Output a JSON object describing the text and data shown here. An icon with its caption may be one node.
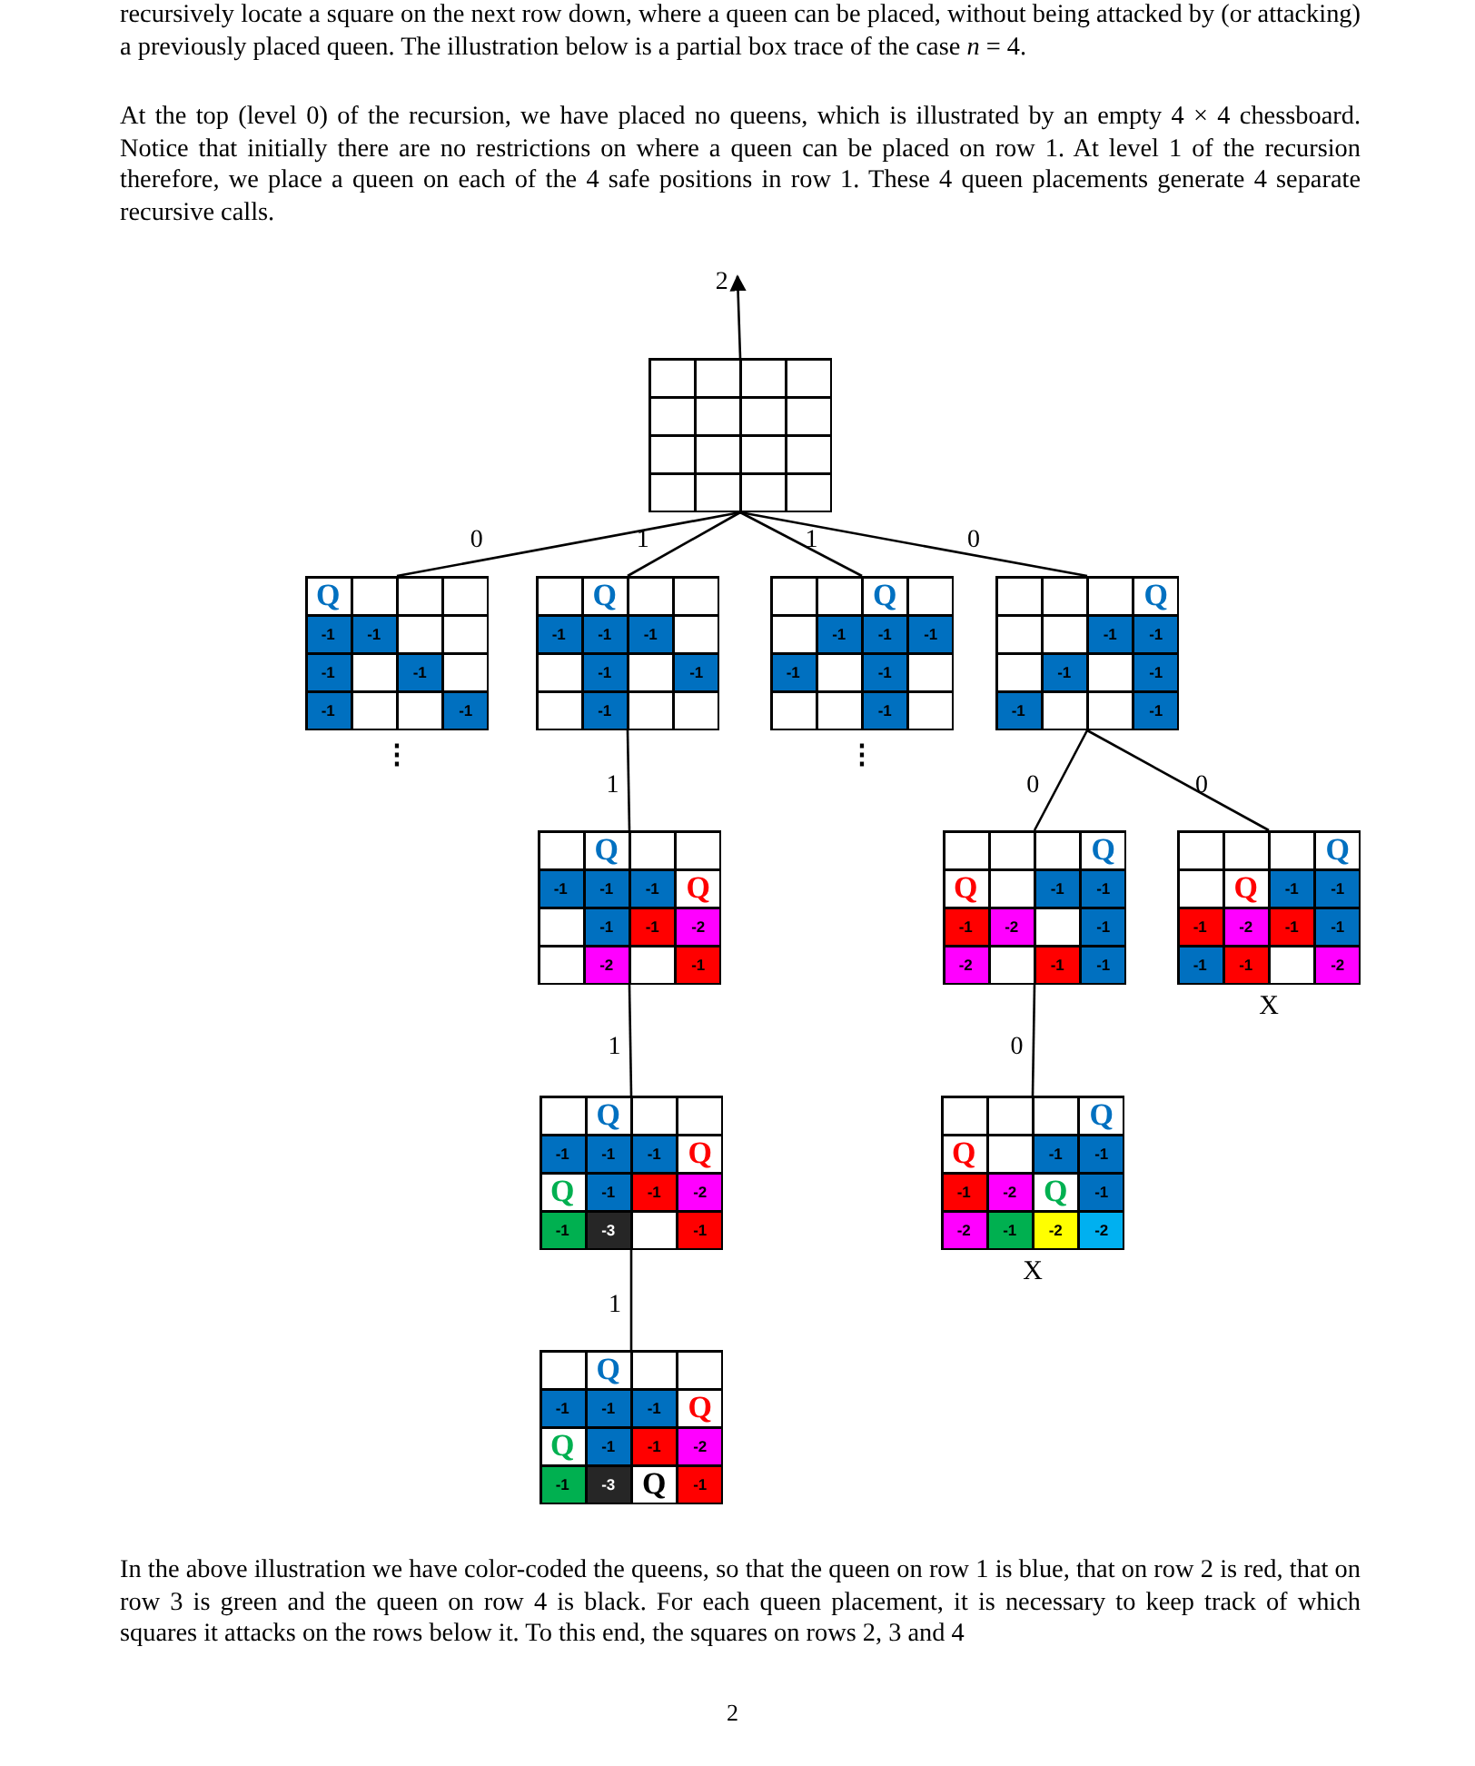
{
  "diagram": {
    "nodes": [
      {
        "text": [],
        "shape": "box"
      },
      {
        "text": [
          "Q",
          "-1",
          "-1",
          "-1",
          "-1",
          "-1",
          "-1"
        ],
        "beside": [
          "⋮"
        ]
      },
      {
        "text": [
          "Q",
          "-1",
          "-1",
          "-1",
          "-1",
          "-1",
          "-1"
        ]
      },
      {
        "text": [
          "Q",
          "-1",
          "-1",
          "-1",
          "-1",
          "-1",
          "-1"
        ],
        "beside": [
          "⋮"
        ]
      },
      {
        "text": [
          "Q",
          "-1",
          "-1",
          "-1",
          "-1",
          "-1",
          "-1"
        ]
      },
      {
        "text": [
          "Q",
          "-1",
          "-1",
          "-1",
          "Q",
          "-1",
          "-1",
          "-2",
          "-2",
          "-1"
        ]
      },
      {
        "text": [
          "Q",
          "Q",
          "-1",
          "-1",
          "-1",
          "-2",
          "-1",
          "-2",
          "-1",
          "-1"
        ]
      },
      {
        "text": [
          "Q",
          "Q",
          "-1",
          "-1",
          "-1",
          "-2",
          "-1",
          "-1",
          "-1",
          "-1",
          "-2"
        ],
        "beside": [
          "X"
        ]
      },
      {
        "text": [
          "Q",
          "-1",
          "-1",
          "-1",
          "Q",
          "Q",
          "-1",
          "-1",
          "-2",
          "-1",
          "-3",
          "-1"
        ]
      },
      {
        "text": [
          "Q",
          "Q",
          "-1",
          "-1",
          "-1",
          "-2",
          "Q",
          "-1",
          "-2",
          "-1",
          "-2",
          "-2"
        ],
        "beside": [
          "X"
        ]
      },
      {
        "text": [
          "Q",
          "-1",
          "-1",
          "-1",
          "Q",
          "Q",
          "-1",
          "-1",
          "-2",
          "-1",
          "-3",
          "Q",
          "-1"
        ]
      }
    ],
    "edges": [
      {
        "from": 0,
        "to": null,
        "arrow": "to",
        "label": "2"
      },
      {
        "from": 0,
        "to": 1,
        "arrow": "none",
        "label": "0"
      },
      {
        "from": 0,
        "to": 2,
        "arrow": "none",
        "label": "1"
      },
      {
        "from": 0,
        "to": 3,
        "arrow": "none",
        "label": "1"
      },
      {
        "from": 0,
        "to": 4,
        "arrow": "none",
        "label": "0"
      },
      {
        "from": 2,
        "to": 5,
        "arrow": "none",
        "label": "1"
      },
      {
        "from": 4,
        "to": 6,
        "arrow": "none",
        "label": "0"
      },
      {
        "from": 4,
        "to": 7,
        "arrow": "none",
        "label": "0"
      },
      {
        "from": 5,
        "to": 8,
        "arrow": "none",
        "label": "1"
      },
      {
        "from": 6,
        "to": 9,
        "arrow": "none",
        "label": "0"
      },
      {
        "from": 8,
        "to": 10,
        "arrow": "none",
        "label": "1"
      }
    ],
    "labels": [
      "recursively locate a square on the next row down, where a queen can be placed, without being attacked by (or attacking) a previously placed queen.  The illustration below is a partial box trace of the case *n* = 4.",
      "At the top (level 0) of the recursion, we have placed no queens, which is illustrated by an empty 4 × 4 chessboard. Notice that initially there are no restrictions on where a queen can be placed on row 1.  At level 1 of the recursion therefore, we place a queen on each of the 4 safe positions in row 1.  These 4 queen placements generate 4 separate recursive calls.",
      "In the above illustration we have color-coded the queens, so that the queen on row 1 is blue, that on row 2 is red, that on row 3 is green and the queen on row 4 is black.  For each queen placement, it is necessary to keep track of which squares it attacks on the rows below it.  To this end, the squares on rows 2, 3 and 4",
      "2"
    ]
  }
}
